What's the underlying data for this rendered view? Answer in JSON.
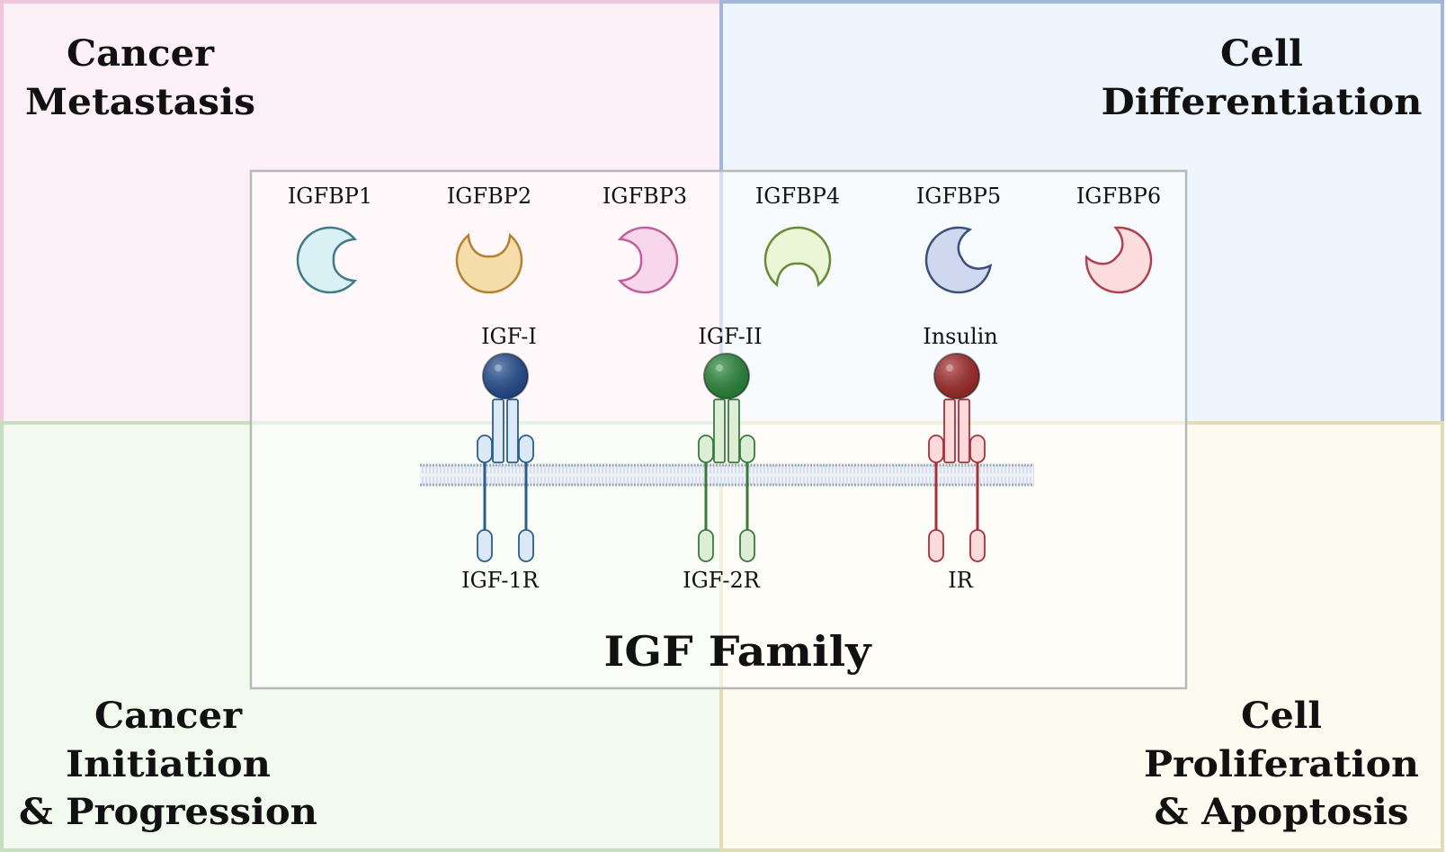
{
  "quadrants": {
    "top_left": {
      "lines": [
        "Cancer",
        "Metastasis"
      ],
      "fill": "#fdf0f7",
      "border": "#f0c6da"
    },
    "top_right": {
      "lines": [
        "Cell",
        "Differentiation"
      ],
      "fill": "#eef5fd",
      "border": "#a6b6da"
    },
    "bottom_left": {
      "lines": [
        "Cancer",
        "Initiation",
        "& Progression"
      ],
      "fill": "#f2f9ee",
      "border": "#c6dfbe"
    },
    "bottom_right": {
      "lines": [
        "Cell",
        "Proliferation",
        "& Apoptosis"
      ],
      "fill": "#fdfbf0",
      "border": "#e2ddb4"
    }
  },
  "center_box": {
    "title": "IGF Family"
  },
  "binding_proteins": [
    {
      "label": "IGFBP1",
      "fill": "#d9f0f5",
      "stroke": "#3f7a86",
      "notch": 0
    },
    {
      "label": "IGFBP2",
      "fill": "#f6deac",
      "stroke": "#b48230",
      "notch": -90
    },
    {
      "label": "IGFBP3",
      "fill": "#f8d6ec",
      "stroke": "#c0609a",
      "notch": 180
    },
    {
      "label": "IGFBP4",
      "fill": "#eaf6d6",
      "stroke": "#6a8a3a",
      "notch": 90
    },
    {
      "label": "IGFBP5",
      "fill": "#cfd8ee",
      "stroke": "#3c4f78",
      "notch": -30
    },
    {
      "label": "IGFBP6",
      "fill": "#fcdcdc",
      "stroke": "#b04050",
      "notch": -135
    }
  ],
  "receptors": [
    {
      "ligand": "IGF-I",
      "receptor": "IGF-1R",
      "ligand_color": "#234e92",
      "fill": "#dbe9f7",
      "stroke": "#2d5d8c"
    },
    {
      "ligand": "IGF-II",
      "receptor": "IGF-2R",
      "ligand_color": "#2a8a3a",
      "fill": "#dcefd6",
      "stroke": "#3b7a3c"
    },
    {
      "ligand": "Insulin",
      "receptor": "IR",
      "ligand_color": "#a52a2a",
      "fill": "#fadada",
      "stroke": "#a83038"
    }
  ]
}
